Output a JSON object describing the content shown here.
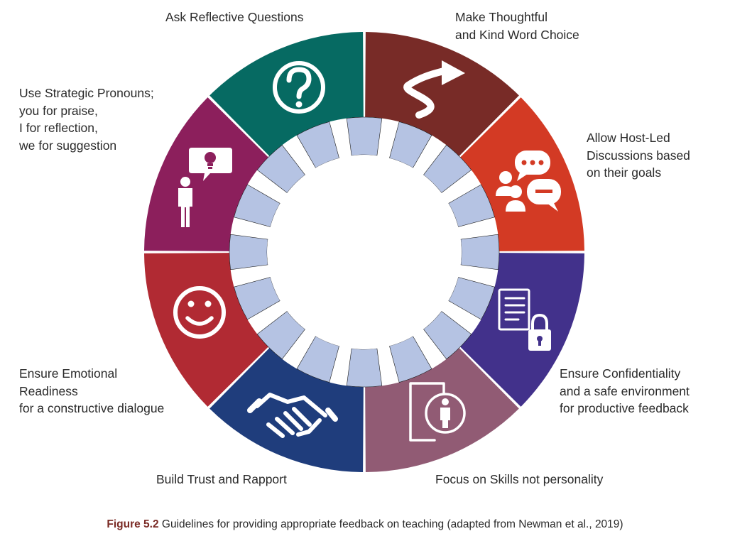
{
  "segments": [
    {
      "id": "ask-reflective-questions",
      "color": "#066a62",
      "icon": "question-icon",
      "label_lines": [
        "Ask Reflective Questions"
      ]
    },
    {
      "id": "thoughtful-word-choice",
      "color": "#782b27",
      "icon": "curved-arrow-icon",
      "label_lines": [
        "Make Thoughtful",
        "and Kind Word Choice"
      ]
    },
    {
      "id": "host-led-discussions",
      "color": "#d33a24",
      "icon": "discussion-icon",
      "label_lines": [
        "Allow Host-Led",
        "Discussions based",
        "on their goals"
      ]
    },
    {
      "id": "confidentiality",
      "color": "#42318b",
      "icon": "document-lock-icon",
      "label_lines": [
        "Ensure Confidentiality",
        "and a safe environment",
        "for productive feedback"
      ]
    },
    {
      "id": "focus-on-skills",
      "color": "#915b74",
      "icon": "person-door-icon",
      "label_lines": [
        "Focus on Skills not personality"
      ]
    },
    {
      "id": "trust-and-rapport",
      "color": "#1f3d7c",
      "icon": "handshake-icon",
      "label_lines": [
        "Build Trust and Rapport"
      ]
    },
    {
      "id": "emotional-readiness",
      "color": "#b12a33",
      "icon": "smiley-icon",
      "label_lines": [
        "Ensure Emotional",
        "Readiness",
        "for a constructive dialogue"
      ]
    },
    {
      "id": "strategic-pronouns",
      "color": "#8c1f5c",
      "icon": "person-lightbulb-icon",
      "label_lines": [
        "Use Strategic Pronouns;",
        "you for praise,",
        "I for reflection,",
        "we for suggestion"
      ]
    }
  ],
  "inner_tab_color": "#b5c3e3",
  "caption": {
    "figure_label": "Figure 5.2",
    "text": " Guidelines for providing appropriate feedback on teaching (adapted from Newman et al., 2019)"
  }
}
